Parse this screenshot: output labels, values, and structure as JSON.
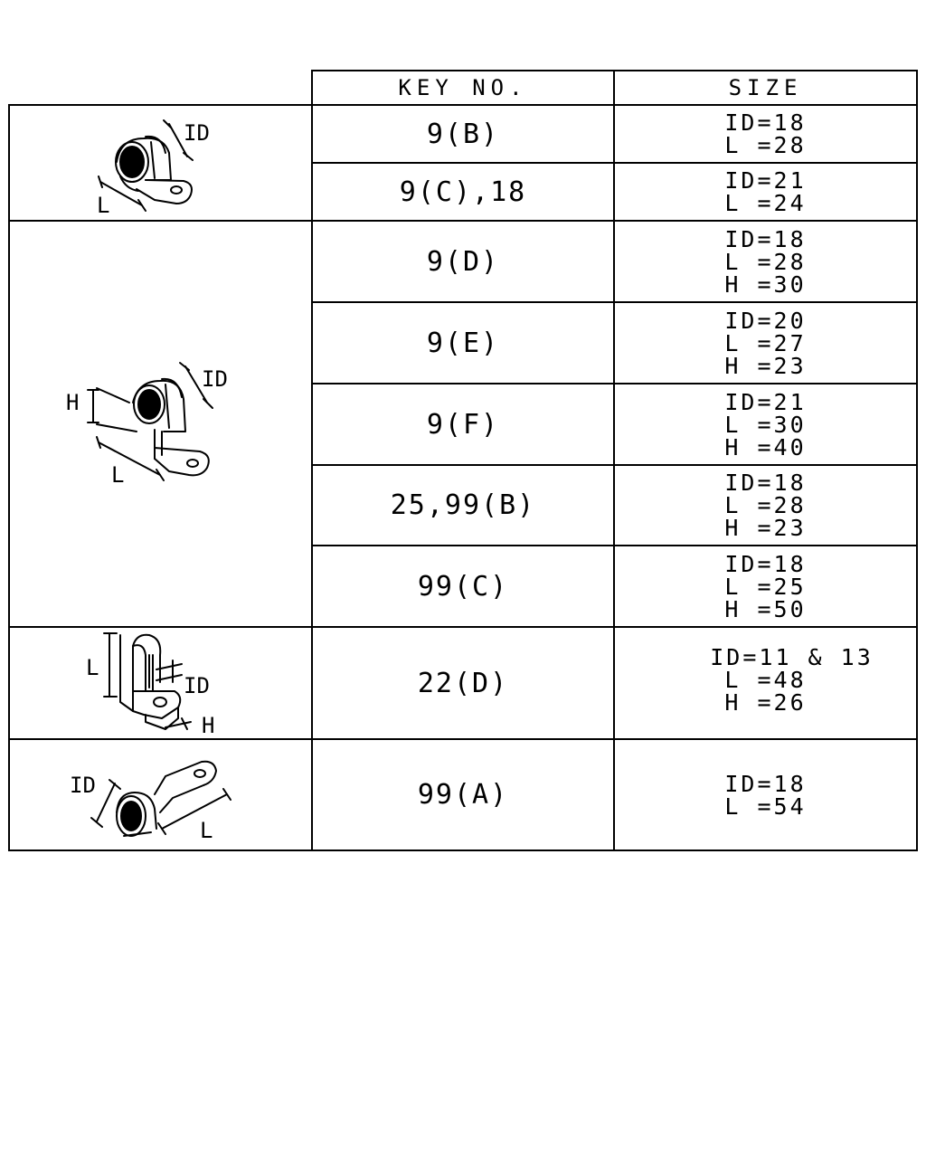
{
  "table": {
    "headers": {
      "key_no": "KEY NO.",
      "size": "SIZE"
    },
    "groups": [
      {
        "figure": {
          "icon": "pipe-clamp-flat-icon",
          "labels": [
            "ID",
            "L"
          ]
        },
        "rows": [
          {
            "key": "9(B)",
            "size": [
              "ID=18",
              "L =28"
            ]
          },
          {
            "key": "9(C),18",
            "size": [
              "ID=21",
              "L =24"
            ]
          }
        ]
      },
      {
        "figure": {
          "icon": "pipe-clamp-raised-icon",
          "labels": [
            "ID",
            "H",
            "L"
          ]
        },
        "rows": [
          {
            "key": "9(D)",
            "size": [
              "ID=18",
              "L =28",
              "H =30"
            ]
          },
          {
            "key": "9(E)",
            "size": [
              "ID=20",
              "L =27",
              "H =23"
            ]
          },
          {
            "key": "9(F)",
            "size": [
              "ID=21",
              "L =30",
              "H =40"
            ]
          },
          {
            "key": "25,99(B)",
            "size": [
              "ID=18",
              "L =28",
              "H =23"
            ]
          },
          {
            "key": "99(C)",
            "size": [
              "ID=18",
              "L =25",
              "H =50"
            ]
          }
        ]
      },
      {
        "figure": {
          "icon": "pipe-clamp-vertical-icon",
          "labels": [
            "L",
            "ID",
            "H"
          ]
        },
        "rows": [
          {
            "key": "22(D)",
            "size": [
              "ID=11 & 13",
              "L =48",
              "H =26"
            ]
          }
        ]
      },
      {
        "figure": {
          "icon": "pipe-clamp-angled-icon",
          "labels": [
            "ID",
            "L"
          ]
        },
        "rows": [
          {
            "key": "99(A)",
            "size": [
              "ID=18",
              "L =54"
            ]
          }
        ]
      }
    ]
  }
}
